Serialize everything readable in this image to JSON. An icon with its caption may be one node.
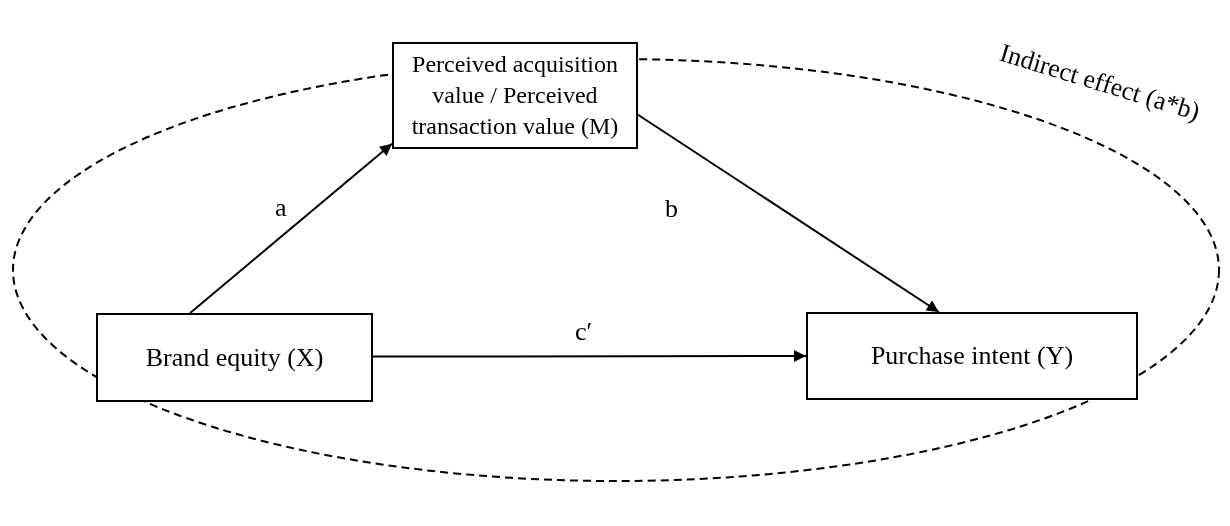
{
  "diagram": {
    "nodes": [
      {
        "text": [
          "Perceived acquisition value / Perceived transaction value (M)"
        ]
      },
      {
        "text": [
          "Brand equity (X)"
        ]
      },
      {
        "text": [
          "Purchase intent (Y)"
        ]
      }
    ],
    "edges": [
      {
        "from": 1,
        "to": 0,
        "arrow": "to",
        "label": "a"
      },
      {
        "from": 0,
        "to": 2,
        "arrow": "to",
        "label": "b"
      },
      {
        "from": 1,
        "to": 2,
        "arrow": "to",
        "label": "c′"
      }
    ],
    "labels": [
      "Indirect effect (a*b)"
    ]
  }
}
